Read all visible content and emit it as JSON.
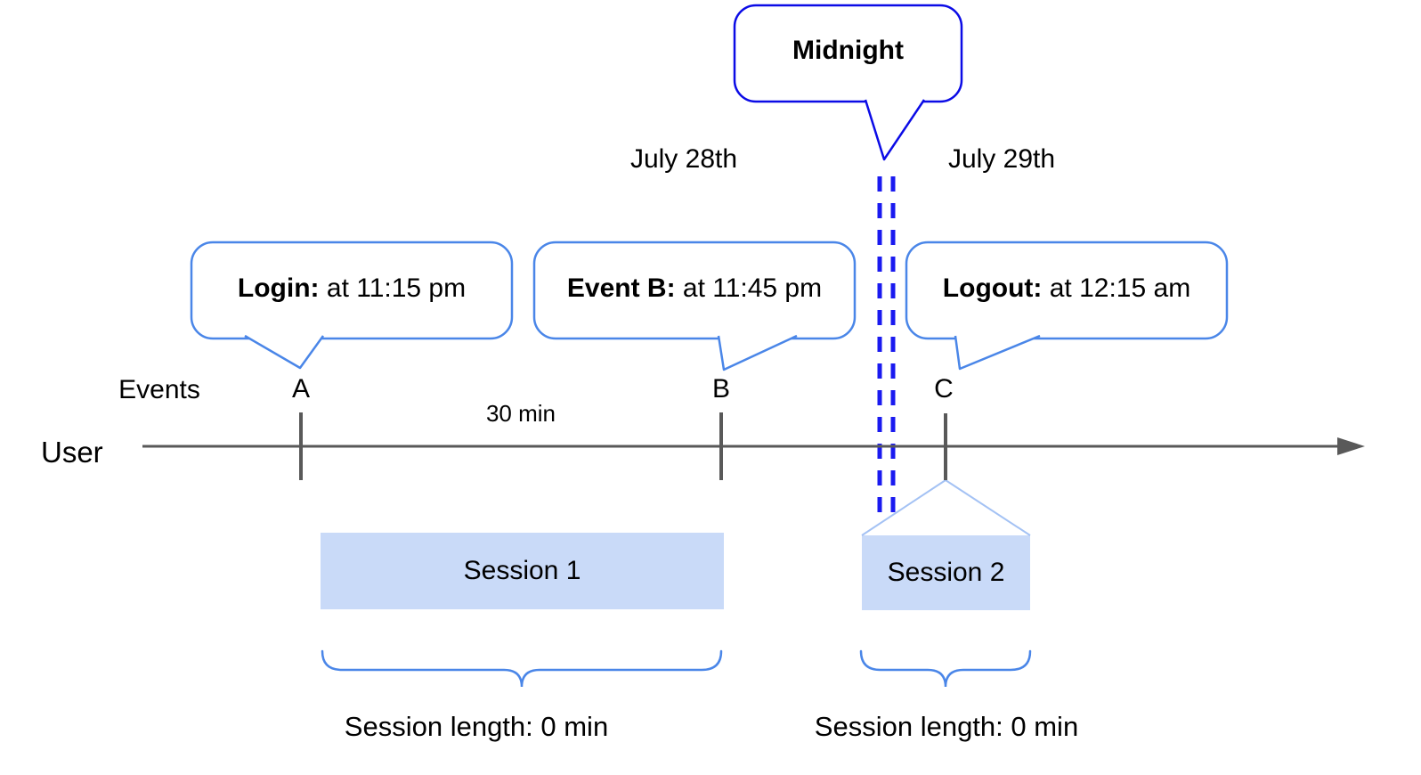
{
  "midnight_bubble": {
    "text": "Midnight"
  },
  "dates": {
    "left": "July 28th",
    "right": "July 29th"
  },
  "event_bubbles": {
    "login": {
      "label": "Login:",
      "time": " at 11:15 pm"
    },
    "eventb": {
      "label": "Event B:",
      "time": " at 11:45 pm"
    },
    "logout": {
      "label": "Logout:",
      "time": " at 12:15 am"
    }
  },
  "timeline": {
    "events_label": "Events",
    "axis_label": "User",
    "markers": {
      "a": "A",
      "b": "B",
      "c": "C"
    },
    "interval_label": "30 min"
  },
  "sessions": {
    "s1": {
      "name": "Session 1",
      "length_label": "Session length: 0 min"
    },
    "s2": {
      "name": "Session 2",
      "length_label": "Session length: 0 min"
    }
  },
  "colors": {
    "accent_blue": "#4a86e8",
    "dark_blue": "#0b0be6",
    "dash_blue": "#1a1af0",
    "session_fill": "#c9daf8",
    "funnel_blue": "#a4c2f4",
    "line_gray": "#595959",
    "text_black": "#000000"
  }
}
